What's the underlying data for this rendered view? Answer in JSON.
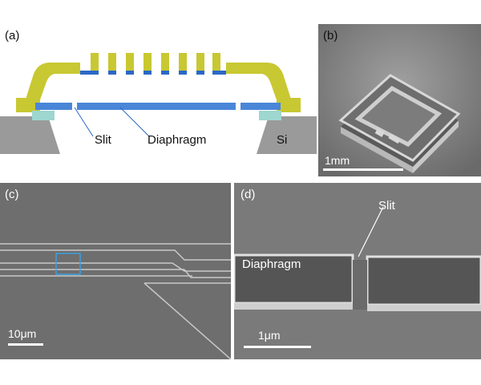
{
  "panels": {
    "a": {
      "label": "(a)",
      "slit_label": "Slit",
      "diaphragm_label": "Diaphragm",
      "si_label": "Si"
    },
    "b": {
      "label": "(b)",
      "scale_label": "1mm"
    },
    "c": {
      "label": "(c)",
      "scale_label": "10μm"
    },
    "d": {
      "label": "(d)",
      "slit_label": "Slit",
      "diaphragm_label": "Diaphragm",
      "scale_label": "1μm"
    }
  },
  "colors": {
    "backplate": "#c8c832",
    "diaphragm": "#4a86d8",
    "silicon": "#9a9a9a",
    "spacer": "#9ed6d0",
    "sem_background": "#7a7a7a",
    "highlight_box": "#3aa0e0"
  }
}
